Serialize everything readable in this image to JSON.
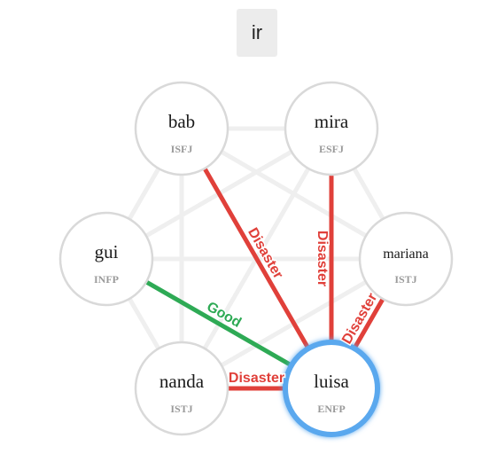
{
  "top_button": {
    "label": "ir"
  },
  "nodes": [
    {
      "id": "bab",
      "name": "bab",
      "type": "ISFJ",
      "selected": false
    },
    {
      "id": "mira",
      "name": "mira",
      "type": "ESFJ",
      "selected": false
    },
    {
      "id": "gui",
      "name": "gui",
      "type": "INFP",
      "selected": false
    },
    {
      "id": "mariana",
      "name": "mariana",
      "type": "ISTJ",
      "selected": false
    },
    {
      "id": "nanda",
      "name": "nanda",
      "type": "ISTJ",
      "selected": false
    },
    {
      "id": "luisa",
      "name": "luisa",
      "type": "ENFP",
      "selected": true
    }
  ],
  "background_edges": [
    [
      "bab",
      "mira"
    ],
    [
      "bab",
      "gui"
    ],
    [
      "bab",
      "mariana"
    ],
    [
      "bab",
      "nanda"
    ],
    [
      "mira",
      "gui"
    ],
    [
      "mira",
      "mariana"
    ],
    [
      "mira",
      "nanda"
    ],
    [
      "gui",
      "mariana"
    ],
    [
      "gui",
      "nanda"
    ],
    [
      "mariana",
      "nanda"
    ]
  ],
  "highlighted_edges": [
    {
      "from": "bab",
      "to": "luisa",
      "label": "Disaster",
      "color": "#e0403a"
    },
    {
      "from": "mira",
      "to": "luisa",
      "label": "Disaster",
      "color": "#e0403a"
    },
    {
      "from": "mariana",
      "to": "luisa",
      "label": "Disaster",
      "color": "#e0403a"
    },
    {
      "from": "gui",
      "to": "luisa",
      "label": "Good",
      "color": "#2eaa55"
    },
    {
      "from": "nanda",
      "to": "luisa",
      "label": "Disaster",
      "color": "#e0403a"
    }
  ],
  "colors": {
    "node_border": "#d9d9d9",
    "selected_ring": "#5aa8ee",
    "background_edge": "#efefef",
    "type_text": "#9a9a9a",
    "name_text": "#1a1a1a"
  }
}
